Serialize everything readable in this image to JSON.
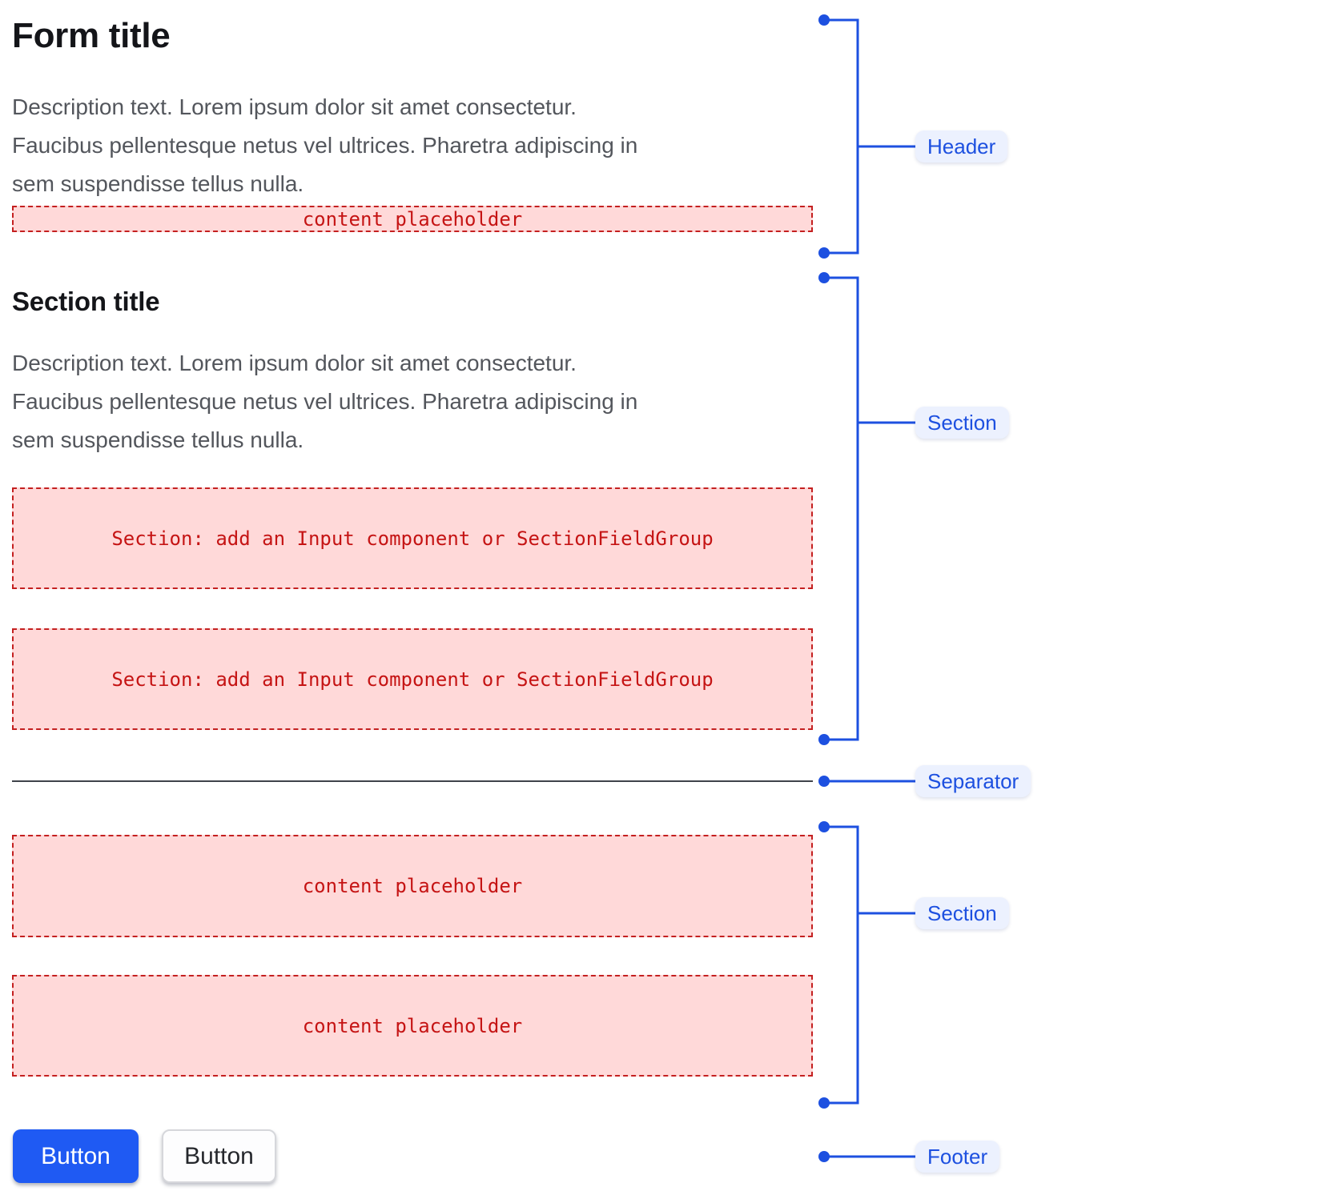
{
  "form": {
    "title": "Form title",
    "description_lines": [
      "Description text. Lorem ipsum dolor sit amet consectetur.",
      "Faucibus pellentesque netus vel ultrices. Pharetra adipiscing in",
      "sem suspendisse tellus nulla."
    ],
    "header_placeholder": "content placeholder"
  },
  "section_1": {
    "title": "Section title",
    "description_lines": [
      "Description text. Lorem ipsum dolor sit amet consectetur.",
      "Faucibus pellentesque netus vel ultrices. Pharetra adipiscing in",
      "sem suspendisse tellus nulla."
    ],
    "placeholder_1": "Section: add an Input component or SectionFieldGroup",
    "placeholder_2": "Section: add an Input component or SectionFieldGroup"
  },
  "section_2": {
    "placeholder_1": "content placeholder",
    "placeholder_2": "content placeholder"
  },
  "footer": {
    "primary_button_label": "Button",
    "secondary_button_label": "Button"
  },
  "annotations": {
    "header_label": "Header",
    "section_1_label": "Section",
    "separator_label": "Separator",
    "section_2_label": "Section",
    "footer_label": "Footer"
  },
  "colors": {
    "accent_blue": "#1d50e0",
    "badge_background": "#ecf1fe",
    "placeholder_background": "#ffd9d9",
    "placeholder_border": "#c42020",
    "placeholder_text": "#c51414",
    "primary_button_background": "#1f5af3",
    "separator": "#3f434a",
    "title_text": "#141519",
    "description_text": "#53565c"
  }
}
